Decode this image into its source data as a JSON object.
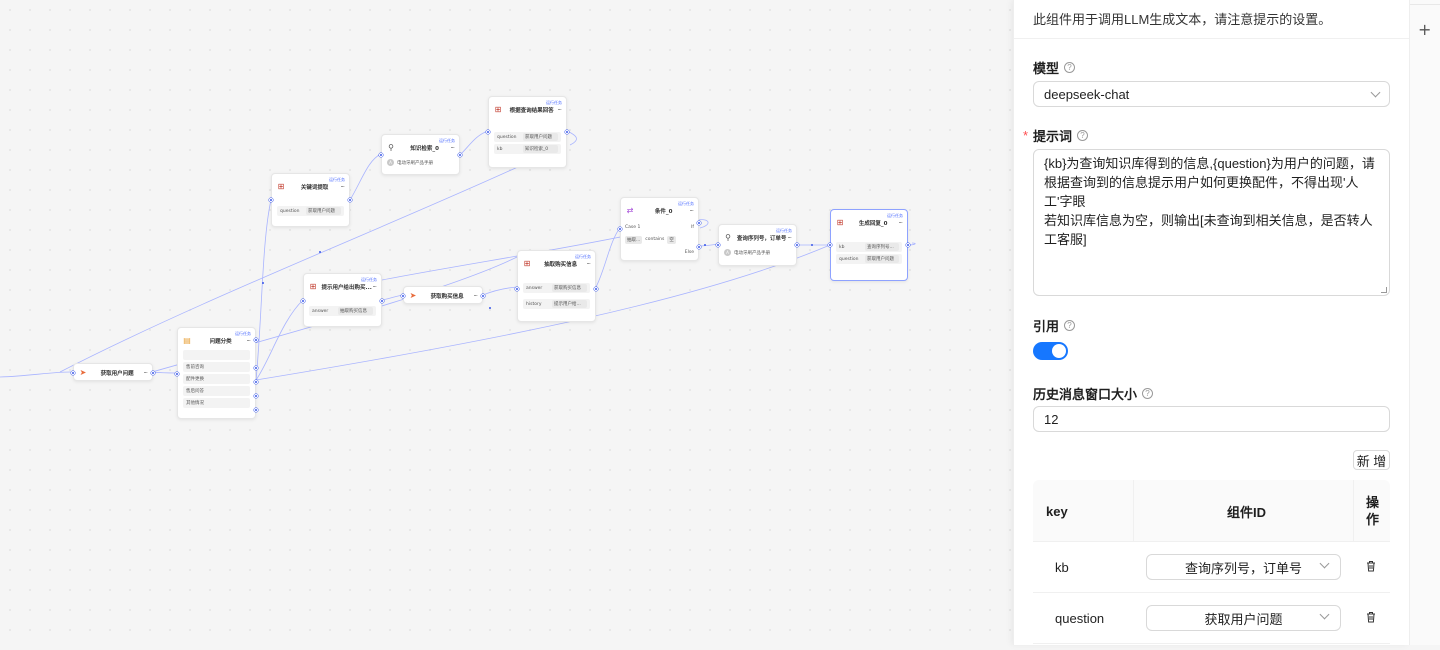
{
  "nodes": {
    "get_question": {
      "title": "获取用户问题"
    },
    "classify": {
      "title": "问题分类",
      "run": "运行任务",
      "cases": [
        "售前咨询",
        "配件更换",
        "售后问答",
        "其他情况"
      ]
    },
    "keyword": {
      "title": "关键词提取",
      "run": "运行任务",
      "rows": [
        {
          "k": "question",
          "v": "获取用户问题"
        }
      ]
    },
    "kb_search": {
      "title": "知识检索_0",
      "run": "运行任务",
      "tag": "电动牙刷产品手册"
    },
    "answer_by_kb": {
      "title": "根据查询结果回答",
      "run": "运行任务",
      "rows": [
        {
          "k": "question",
          "v": "获取用户问题"
        },
        {
          "k": "kb",
          "v": "知识检索_0"
        }
      ]
    },
    "prompt_purchase": {
      "title": "提示用户给出购买...",
      "run": "运行任务",
      "rows": [
        {
          "k": "answer",
          "v": "抽取购买信息"
        }
      ]
    },
    "get_purchase": {
      "title": "获取购买信息"
    },
    "extract_purchase": {
      "title": "抽取购买信息",
      "run": "运行任务",
      "rows": [
        {
          "k": "answer",
          "v": "获取购买信息"
        },
        {
          "k": "history",
          "v": "提示用户给..."
        }
      ]
    },
    "condition": {
      "title": "条件_0",
      "run": "运行任务",
      "case": "Case 1",
      "if": "If",
      "cond_key": "抽取...",
      "cond_op": "contains",
      "cond_val": "空",
      "else": "Else"
    },
    "query_serial": {
      "title": "查询序列号，订单号",
      "run": "运行任务",
      "tag": "电动牙刷产品手册"
    },
    "generate": {
      "title": "生成回复_0",
      "run": "运行任务",
      "rows": [
        {
          "k": "kb",
          "v": "查询序列号..."
        },
        {
          "k": "question",
          "v": "获取用户问题"
        }
      ]
    }
  },
  "panel": {
    "description": "此组件用于调用LLM生成文本，请注意提示的设置。",
    "model_label": "模型",
    "model_value": "deepseek-chat",
    "prompt_label": "提示词",
    "prompt_text": "{kb}为查询知识库得到的信息,{question}为用户的问题，请根据查询到的信息提示用户如何更换配件，不得出现'人工'字眼\n若知识库信息为空，则输出[未查询到相关信息，是否转人工客服]",
    "quote_label": "引用",
    "quote_on": true,
    "history_label": "历史消息窗口大小",
    "history_value": "12",
    "add_button": "新 增",
    "table": {
      "col_key": "key",
      "col_id": "组件ID",
      "col_op": "操作",
      "rows": [
        {
          "key": "kb",
          "id": "查询序列号，订单号"
        },
        {
          "key": "question",
          "id": "获取用户问题"
        }
      ]
    }
  },
  "colors": {
    "accent": "#1677ff",
    "port": "#3a58e8",
    "edge": "#a9b4ff"
  },
  "icons": [
    "send-icon",
    "list-icon",
    "grid-icon",
    "rocket-icon",
    "branch-icon",
    "help-icon",
    "chevron-down-icon",
    "trash-icon",
    "plus-icon",
    "more-icon"
  ]
}
